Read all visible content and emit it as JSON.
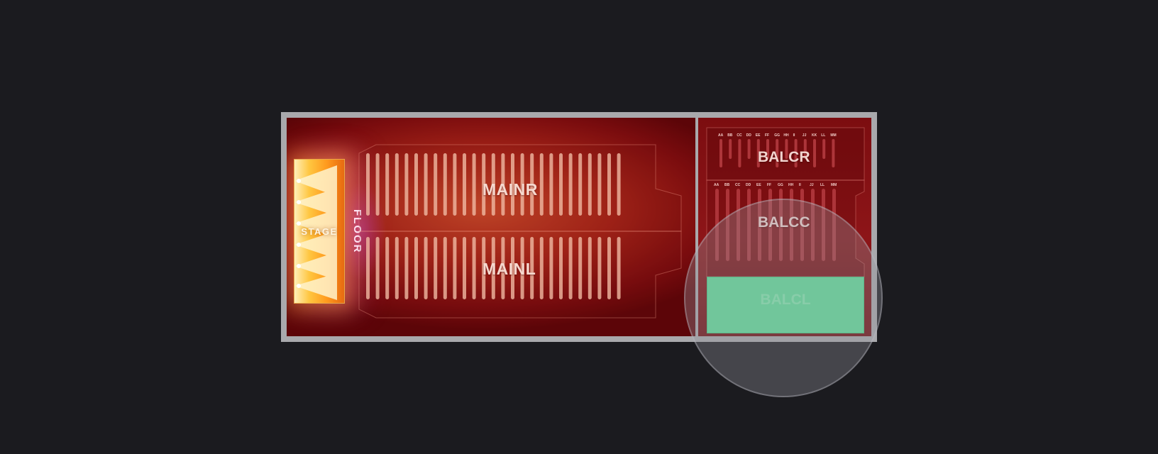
{
  "venue": {
    "stage_label": "STAGE",
    "floor_label": "FLOOR",
    "sections": {
      "mainr": "MAINR",
      "mainl": "MAINL",
      "balcr": "BALCR",
      "balcc": "BALCC",
      "balcl": "BALCL"
    },
    "balcr_rows": [
      "AA",
      "BB",
      "CC",
      "DD",
      "EE",
      "FF",
      "GG",
      "HH",
      "II",
      "JJ",
      "KK",
      "LL",
      "MM"
    ],
    "balcc_rows": [
      "AA",
      "BB",
      "CC",
      "DD",
      "EE",
      "FF",
      "GG",
      "HH",
      "II",
      "JJ",
      "LL",
      "MM"
    ],
    "main_row_count": 27,
    "selected_section": "BALCL",
    "colors": {
      "background": "#1b1b1f",
      "venue_border": "#a9a9ac",
      "selected": "#5ee09a",
      "seat_row": "#f0b9a3"
    }
  }
}
